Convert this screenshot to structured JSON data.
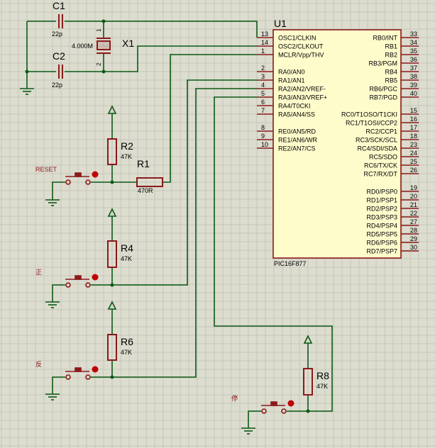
{
  "colors": {
    "background": "#dcdccf",
    "grid": "#c6c6b8",
    "wire": "#0a5a14",
    "component": "#8b1a1a",
    "chip_fill": "#fffccc",
    "pin_label": "#000000"
  },
  "mcu": {
    "ref": "U1",
    "part": "PIC16F877",
    "left_pins": [
      {
        "num": "13",
        "label": "OSC1/CLKIN"
      },
      {
        "num": "14",
        "label": "OSC2/CLKOUT"
      },
      {
        "num": "1",
        "label": "MCLR/Vpp/THV"
      },
      {
        "num": "2",
        "label": "RA0/AN0"
      },
      {
        "num": "3",
        "label": "RA1/AN1"
      },
      {
        "num": "4",
        "label": "RA2/AN2/VREF-"
      },
      {
        "num": "5",
        "label": "RA3/AN3/VREF+"
      },
      {
        "num": "6",
        "label": "RA4/T0CKI"
      },
      {
        "num": "7",
        "label": "RA5/AN4/SS"
      },
      {
        "num": "8",
        "label": "RE0/AN5/RD"
      },
      {
        "num": "9",
        "label": "RE1/AN6/WR"
      },
      {
        "num": "10",
        "label": "RE2/AN7/CS"
      }
    ],
    "right_pins": [
      {
        "num": "33",
        "label": "RB0/INT"
      },
      {
        "num": "34",
        "label": "RB1"
      },
      {
        "num": "35",
        "label": "RB2"
      },
      {
        "num": "36",
        "label": "RB3/PGM"
      },
      {
        "num": "37",
        "label": "RB4"
      },
      {
        "num": "38",
        "label": "RB5"
      },
      {
        "num": "39",
        "label": "RB6/PGC"
      },
      {
        "num": "40",
        "label": "RB7/PGD"
      },
      {
        "num": "15",
        "label": "RC0/T1OSO/T1CKI"
      },
      {
        "num": "16",
        "label": "RC1/T1OSI/CCP2"
      },
      {
        "num": "17",
        "label": "RC2/CCP1"
      },
      {
        "num": "18",
        "label": "RC3/SCK/SCL"
      },
      {
        "num": "23",
        "label": "RC4/SDI/SDA"
      },
      {
        "num": "24",
        "label": "RC5/SDO"
      },
      {
        "num": "25",
        "label": "RC6/TX/CK"
      },
      {
        "num": "26",
        "label": "RC7/RX/DT"
      },
      {
        "num": "19",
        "label": "RD0/PSP0"
      },
      {
        "num": "20",
        "label": "RD1/PSP1"
      },
      {
        "num": "21",
        "label": "RD2/PSP2"
      },
      {
        "num": "22",
        "label": "RD3/PSP3"
      },
      {
        "num": "27",
        "label": "RD4/PSP4"
      },
      {
        "num": "28",
        "label": "RD5/PSP5"
      },
      {
        "num": "29",
        "label": "RD6/PSP6"
      },
      {
        "num": "30",
        "label": "RD7/PSP7"
      }
    ]
  },
  "components": {
    "c1": {
      "ref": "C1",
      "value": "22p"
    },
    "c2": {
      "ref": "C2",
      "value": "22p"
    },
    "x1": {
      "ref": "X1",
      "value": "4.000M",
      "pin1": "1",
      "pin2": "2"
    },
    "r1": {
      "ref": "R1",
      "value": "470R"
    },
    "r2": {
      "ref": "R2",
      "value": "47K"
    },
    "r4": {
      "ref": "R4",
      "value": "47K"
    },
    "r6": {
      "ref": "R6",
      "value": "47K"
    },
    "r8": {
      "ref": "R8",
      "value": "47K"
    }
  },
  "buttons": {
    "reset": {
      "label": "RESET"
    },
    "forward": {
      "label": "正"
    },
    "reverse": {
      "label": "反"
    },
    "stop": {
      "label": "停"
    }
  }
}
